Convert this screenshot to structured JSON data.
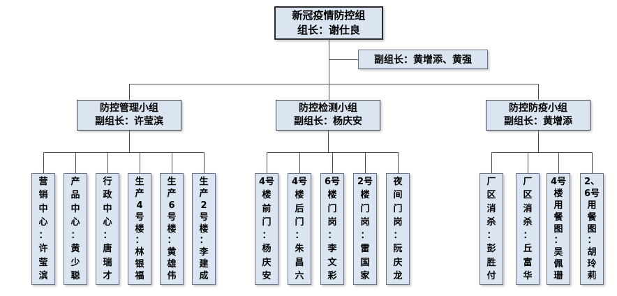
{
  "diagram": {
    "root": {
      "title": "新冠疫情防控组",
      "leader": "组长：谢仕良"
    },
    "deputy_note": "副组长：黄增添、黄强",
    "groups": [
      {
        "title": "防控管理小组",
        "subtitle": "副组长：许莹滨",
        "members": [
          {
            "label": "营销中心：许莹滨",
            "lines": [
              "营",
              "销",
              "中",
              "心",
              "：",
              "许",
              "莹",
              "滨"
            ]
          },
          {
            "label": "产品中心：黄少聪",
            "lines": [
              "产",
              "品",
              "中",
              "心",
              "：",
              "黄",
              "少",
              "聪"
            ]
          },
          {
            "label": "行政中心：唐瑞才",
            "lines": [
              "行",
              "政",
              "中",
              "心",
              "：",
              "唐",
              "瑞",
              "才"
            ]
          },
          {
            "label": "生产4号楼：林银福",
            "lines": [
              "生",
              "产",
              "4",
              "号",
              "楼",
              "：",
              "林",
              "银",
              "福"
            ]
          },
          {
            "label": "生产6号楼：黄雄伟",
            "lines": [
              "生",
              "产",
              "6",
              "号",
              "楼",
              "：",
              "黄",
              "雄",
              "伟"
            ]
          },
          {
            "label": "生产2号楼：李建成",
            "lines": [
              "生",
              "产",
              "2",
              "号",
              "楼",
              "：",
              "李",
              "建",
              "成"
            ]
          }
        ]
      },
      {
        "title": "防控检测小组",
        "subtitle": "副组长：杨庆安",
        "members": [
          {
            "label": "4号楼前门：杨庆安",
            "lines": [
              "4号",
              "楼",
              "前",
              "门",
              "：",
              "杨",
              "庆",
              "安"
            ]
          },
          {
            "label": "4号楼后门：朱昌六",
            "lines": [
              "4号",
              "楼",
              "后",
              "门",
              "：",
              "朱",
              "昌",
              "六"
            ]
          },
          {
            "label": "6号楼门岗：李文彩",
            "lines": [
              "6号",
              "楼",
              "门",
              "岗",
              "：",
              "李",
              "文",
              "彩"
            ]
          },
          {
            "label": "2号楼门岗：雷国家",
            "lines": [
              "2号",
              "楼",
              "门",
              "岗",
              "：",
              "雷",
              "国",
              "家"
            ]
          },
          {
            "label": "夜间门岗：阮庆龙",
            "lines": [
              "夜",
              "间",
              "门",
              "岗",
              "：",
              "阮",
              "庆",
              "龙"
            ]
          }
        ]
      },
      {
        "title": "防控防疫小组",
        "subtitle": "副组长：黄增添",
        "members": [
          {
            "label": "厂区消杀：彭胜付",
            "lines": [
              "厂",
              "区",
              "消",
              "杀",
              "：",
              "彭",
              "胜",
              "付"
            ]
          },
          {
            "label": "厂区消杀：丘富华",
            "lines": [
              "厂",
              "区",
              "消",
              "杀",
              "：",
              "丘",
              "富",
              "华"
            ]
          },
          {
            "label": "4号楼用餐图：吴佩珊",
            "lines": [
              "4号",
              "楼",
              "用",
              "餐",
              "图",
              "：",
              "吴",
              "佩",
              "珊"
            ]
          },
          {
            "label": "2、6号用餐图：胡玲莉",
            "lines": [
              "2、",
              "6号",
              "用",
              "餐",
              "图",
              "：",
              "胡",
              "玲",
              "莉"
            ]
          }
        ]
      }
    ],
    "colors": {
      "box_fill": "#dbe5f1",
      "box_border": "#5a6576",
      "connector": "#4d4d4d",
      "text": "#000000"
    }
  }
}
